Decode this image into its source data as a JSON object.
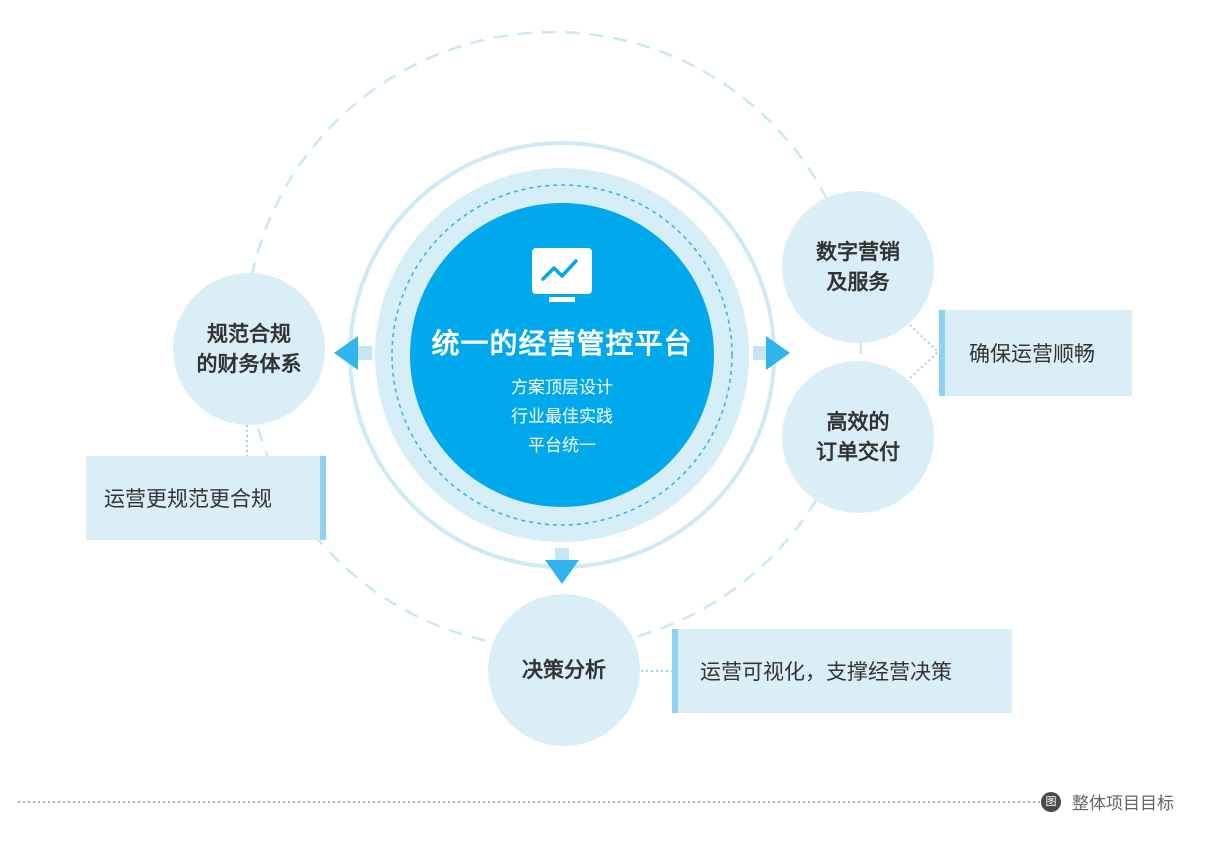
{
  "center": {
    "title": "统一的经营管控平台",
    "lines": [
      "方案顶层设计",
      "行业最佳实践",
      "平台统一"
    ],
    "icon": "monitor-chart-icon"
  },
  "nodes": {
    "left": [
      "规范合规",
      "的财务体系"
    ],
    "right_top": [
      "数字营销",
      "及服务"
    ],
    "right_bottom": [
      "高效的",
      "订单交付"
    ],
    "bottom": [
      "决策分析"
    ]
  },
  "notes": {
    "left": "运营更规范更合规",
    "right": "确保运营顺畅",
    "bottom": "运营可视化，支撑经营决策"
  },
  "footer": {
    "badge": "图",
    "label": "整体项目目标"
  },
  "colors": {
    "primary": "#00a9ec",
    "light_blue": "#d9eef7",
    "accent_bar": "#8fd1f3",
    "dashed": "#c9e7f4"
  }
}
